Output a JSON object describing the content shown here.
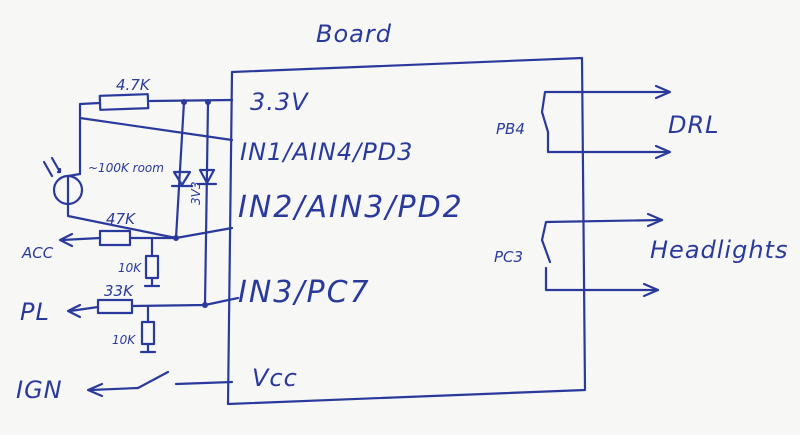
{
  "title": "Board",
  "board": {
    "pins_left": [
      "3.3V",
      "IN1/AIN4/PD3",
      "IN2/AIN3/PD2",
      "IN3/PC7",
      "Vcc"
    ],
    "pins_right": [
      "PB4",
      "PC3"
    ]
  },
  "outputs": {
    "drl": "DRL",
    "headlights": "Headlights"
  },
  "inputs": {
    "acc": "ACC",
    "pl": "PL",
    "ign": "IGN"
  },
  "components": {
    "r_top": "4.7K",
    "r_acc": "47K",
    "r_acc_down": "10K",
    "r_pl": "33K",
    "r_pl_down": "10K",
    "photo": "~100K room",
    "zeners": "3V3"
  },
  "colors": {
    "ink": "#2a3a9c",
    "paper": "#f7f7f5"
  }
}
